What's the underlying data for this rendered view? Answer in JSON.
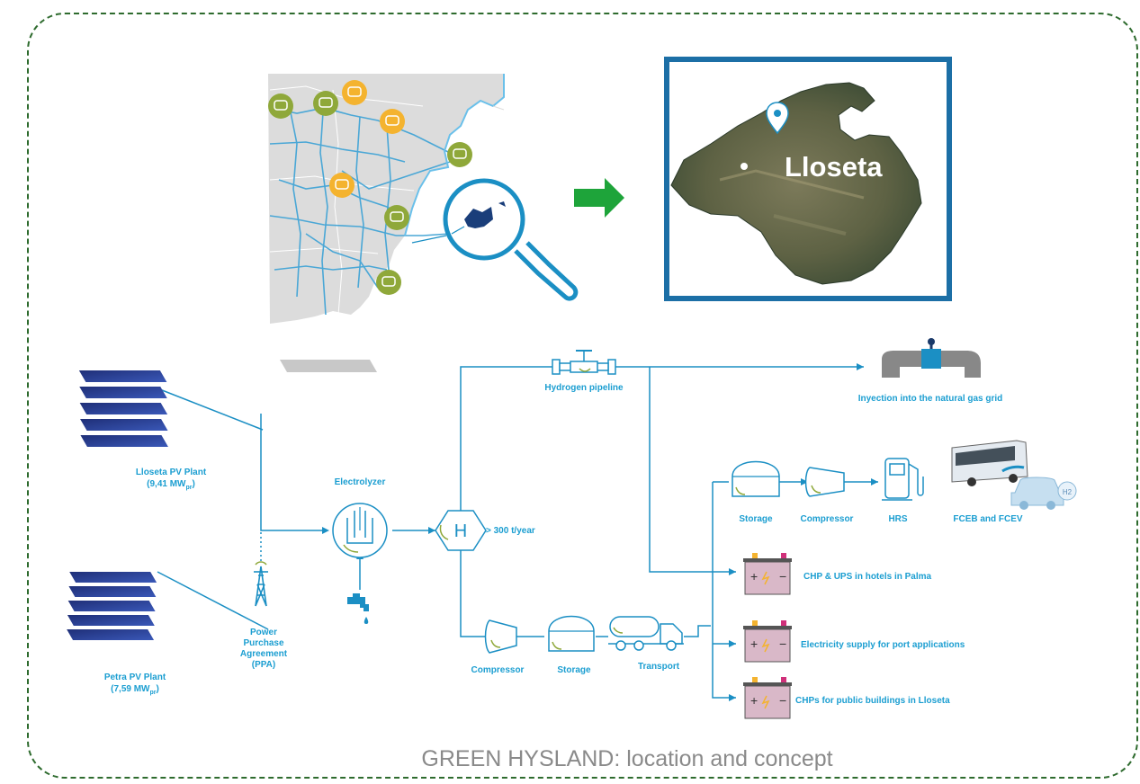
{
  "caption": "GREEN HYSLAND: location and concept",
  "map": {
    "town_label": "Lloseta"
  },
  "labels": {
    "lloseta_pv_line1": "Lloseta PV Plant",
    "lloseta_pv_line2": "(9,41 MW",
    "lloseta_pv_sub": "pr",
    "lloseta_pv_end": ")",
    "petra_pv_line1": "Petra PV Plant",
    "petra_pv_line2": "(7,59 MW",
    "petra_pv_sub": "pr",
    "petra_pv_end": ")",
    "ppa_line1": "Power",
    "ppa_line2": "Purchase",
    "ppa_line3": "Agreement",
    "ppa_line4": "(PPA)",
    "electrolyzer": "Electrolyzer",
    "hydrogen_symbol": "H",
    "production": "> 300 t/year",
    "hydrogen_pipeline": "Hydrogen pipeline",
    "injection": "Inyection into the natural gas grid",
    "storage_top": "Storage",
    "compressor_top": "Compressor",
    "hrs": "HRS",
    "fceb_fcev": "FCEB and FCEV",
    "h2_badge": "H2",
    "chp_ups": "CHP & UPS in hotels in Palma",
    "port_supply": "Electricity supply for port applications",
    "chps_public": "CHPs for public buildings in Lloseta",
    "compressor_bottom": "Compressor",
    "storage_bottom": "Storage",
    "transport": "Transport"
  },
  "colors": {
    "line_blue": "#1b8fc4",
    "label_blue": "#1b9ed1",
    "frame_green": "#2e6b2e",
    "arrow_green": "#1ea43a",
    "site_olive": "#8fa83a",
    "site_orange": "#f4b32f",
    "battery_pink": "#d9b8c8",
    "map_frame": "#1c6fa6"
  }
}
